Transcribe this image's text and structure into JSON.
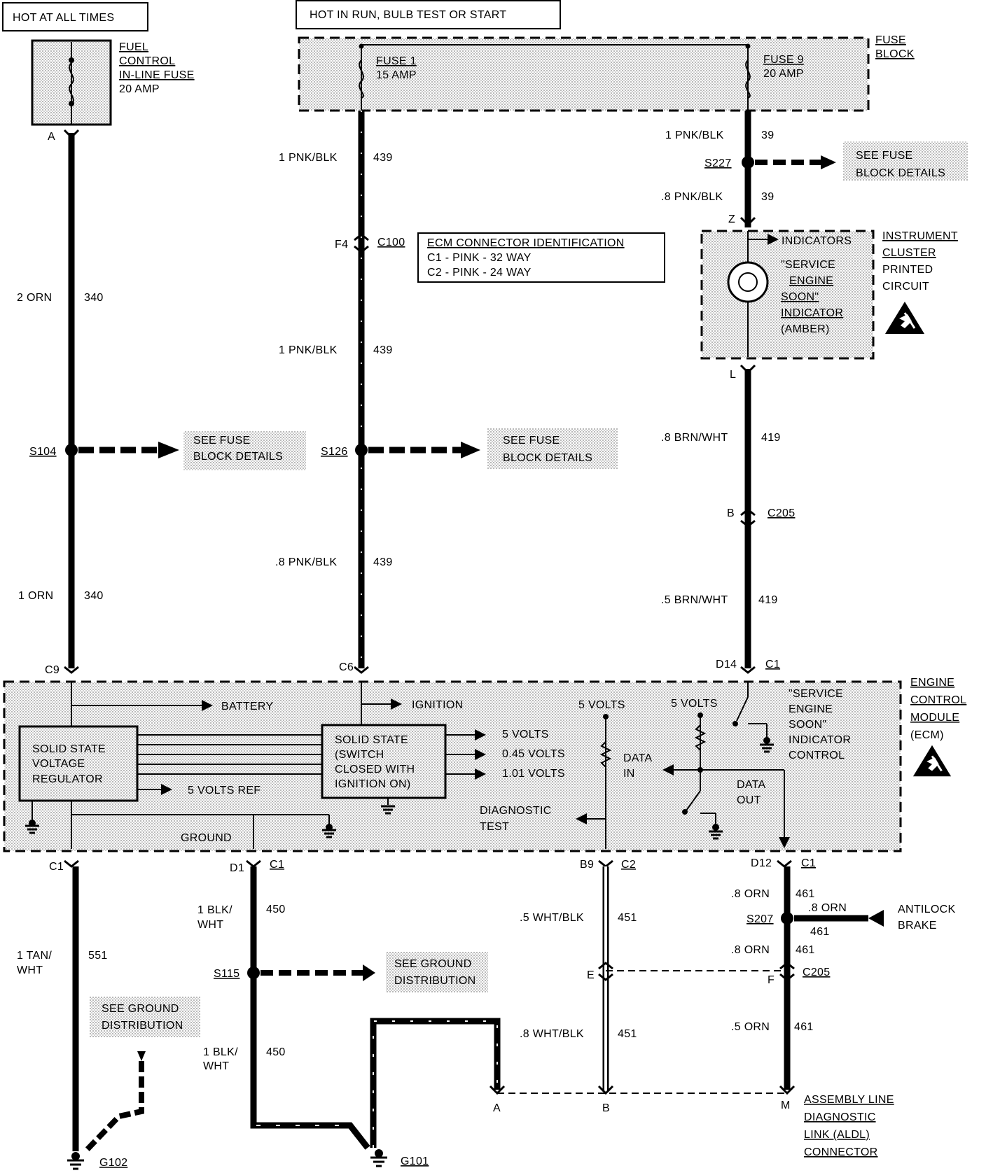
{
  "headers": {
    "hot_at_all_times": "HOT AT ALL TIMES",
    "hot_in_run": "HOT IN RUN, BULB TEST OR START"
  },
  "fuse_block": {
    "title": [
      "FUSE",
      "BLOCK"
    ],
    "fuse1": [
      "FUSE 1",
      "15 AMP"
    ],
    "fuse9": [
      "FUSE 9",
      "20 AMP"
    ]
  },
  "inline_fuse": [
    "FUEL",
    "CONTROL",
    "IN-LINE FUSE",
    "20 AMP"
  ],
  "ecm_connector_id": [
    "ECM CONNECTOR IDENTIFICATION",
    "C1 - PINK - 32 WAY",
    "C2 - PINK - 24 WAY"
  ],
  "instrument_cluster": {
    "title": [
      "INSTRUMENT",
      "CLUSTER",
      "PRINTED",
      "CIRCUIT"
    ],
    "indicators": "INDICATORS",
    "lamp": [
      "\"SERVICE",
      "ENGINE",
      "SOON\"",
      "INDICATOR",
      "(AMBER)"
    ]
  },
  "ecm": {
    "title": [
      "ENGINE",
      "CONTROL",
      "MODULE",
      "(ECM)"
    ],
    "battery": "BATTERY",
    "ignition": "IGNITION",
    "regulator": [
      "SOLID STATE",
      "VOLTAGE",
      "REGULATOR"
    ],
    "switch": [
      "SOLID STATE",
      "(SWITCH",
      "CLOSED WITH",
      "IGNITION  ON)"
    ],
    "volts_ref": "5 VOLTS REF",
    "ground": "GROUND",
    "v5": "5 VOLTS",
    "v045": "0.45 VOLTS",
    "v101": "1.01 VOLTS",
    "v5_a": "5 VOLTS",
    "v5_b": "5 VOLTS",
    "data_in": [
      "DATA",
      "IN"
    ],
    "data_out": [
      "DATA",
      "OUT"
    ],
    "diag": [
      "DIAGNOSTIC",
      "TEST"
    ],
    "ses_control": [
      "\"SERVICE",
      "ENGINE",
      "SOON\"",
      "INDICATOR",
      "CONTROL"
    ]
  },
  "see_fuse": [
    "SEE FUSE",
    "BLOCK DETAILS"
  ],
  "see_ground": [
    "SEE GROUND",
    "DISTRIBUTION"
  ],
  "aldl": [
    "ASSEMBLY LINE",
    "DIAGNOSTIC",
    "LINK (ALDL)",
    "CONNECTOR"
  ],
  "antilock": [
    "ANTILOCK",
    "BRAKE"
  ],
  "wires": {
    "w1": "2 ORN",
    "w1n": "340",
    "w2": "1 ORN",
    "w2n": "340",
    "w3": "1 PNK/BLK",
    "w3n": "439",
    "w4": "1 PNK/BLK",
    "w4n": "439",
    "w5": ".8 PNK/BLK",
    "w5n": "439",
    "w6": "1 PNK/BLK",
    "w6n": "39",
    "w7": ".8 PNK/BLK",
    "w7n": "39",
    "w8": ".8 BRN/WHT",
    "w8n": "419",
    "w9": ".5 BRN/WHT",
    "w9n": "419",
    "w10": [
      "1 TAN/",
      "WHT"
    ],
    "w10n": "551",
    "w11": [
      "1 BLK/",
      "WHT"
    ],
    "w11n": "450",
    "w12": [
      "1 BLK/",
      "WHT"
    ],
    "w12n": "450",
    "w13": ".5 WHT/BLK",
    "w13n": "451",
    "w14": ".8 WHT/BLK",
    "w14n": "451",
    "w15": ".8 ORN",
    "w15n": "461",
    "w16": ".8 ORN",
    "w16n": "461",
    "w17": ".5 ORN",
    "w17n": "461",
    "w18": ".8 ORN",
    "w18n": "461"
  },
  "pins": {
    "A": "A",
    "F4": "F4",
    "C100": "C100",
    "Z": "Z",
    "L": "L",
    "B": "B",
    "C205": "C205",
    "C9": "C9",
    "C6": "C6",
    "D14": "D14",
    "C1": "C1",
    "C1b": "C1",
    "D1": "D1",
    "C1c": "C1",
    "B9": "B9",
    "C2": "C2",
    "D12": "D12",
    "C1d": "C1",
    "E": "E",
    "F": "F",
    "C205b": "C205",
    "aA": "A",
    "aB": "B",
    "aM": "M"
  },
  "splices": {
    "S104": "S104",
    "S126": "S126",
    "S227": "S227",
    "S115": "S115",
    "S207": "S207"
  },
  "grounds": {
    "G101": "G101",
    "G102": "G102"
  }
}
